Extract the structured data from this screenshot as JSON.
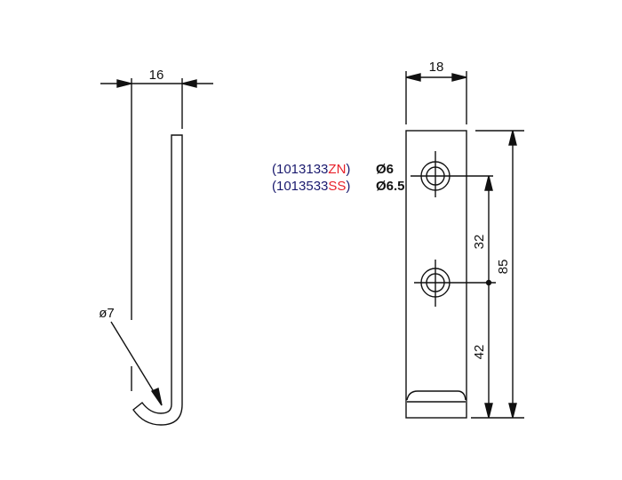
{
  "side_view": {
    "width_dim": "16",
    "wire_dia": "ø7"
  },
  "front_view": {
    "width_dim": "18",
    "hole_spacing_dim": "32",
    "bottom_to_hole_dim": "42",
    "overall_height_dim": "85"
  },
  "variants": [
    {
      "code_prefix": "(1013133",
      "code_suffix": "ZN",
      "code_close": ")",
      "hole_dia": "Ø6"
    },
    {
      "code_prefix": "(1013533",
      "code_suffix": "SS",
      "code_close": ")",
      "hole_dia": "Ø6.5"
    }
  ],
  "colors": {
    "line": "#111111",
    "label_text": "#1a1a6e",
    "suffix_accent": "#e8202a"
  }
}
